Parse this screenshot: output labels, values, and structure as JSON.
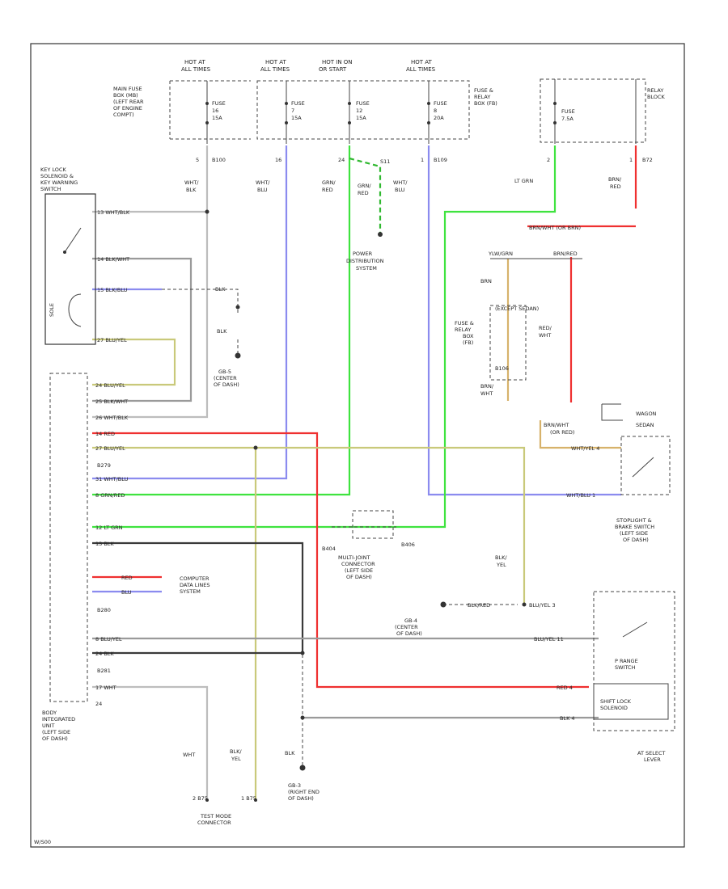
{
  "colors": {
    "wht": "#bdbdbd",
    "blu": "#8b8bef",
    "grn": "#3fe33f",
    "grn_dark": "#2fb82f",
    "red": "#ef3030",
    "yel": "#c9c97a",
    "blk": "#3a3a3a",
    "gray": "#9a9a9a",
    "brn": "#d7b26b",
    "frame": "#333333"
  },
  "top": {
    "hot1": [
      "HOT AT",
      "ALL TIMES"
    ],
    "hot2": [
      "HOT AT",
      "ALL TIMES"
    ],
    "hot3": [
      "HOT IN ON",
      "OR START"
    ],
    "hot4": [
      "HOT AT",
      "ALL TIMES"
    ],
    "main_fuse_box": [
      "MAIN FUSE",
      "BOX (MB)",
      "(LEFT REAR",
      "OF ENGINE",
      "COMPT)"
    ],
    "fuse_relay_box": [
      "FUSE &",
      "RELAY",
      "BOX (FB)"
    ],
    "relay_block": [
      "RELAY",
      "BLOCK"
    ],
    "fuse_a": [
      "FUSE",
      "16",
      "15A"
    ],
    "fuse_b": [
      "FUSE",
      "7",
      "15A"
    ],
    "fuse_c": [
      "FUSE",
      "12",
      "15A"
    ],
    "fuse_d": [
      "FUSE",
      "8",
      "20A"
    ],
    "fuse_e": [
      "FUSE",
      "7.5A"
    ],
    "pin_a": "5",
    "conn_a": "B100",
    "pin_b": "16",
    "pin_c": "24",
    "pin_d": "1",
    "conn_d": "B109",
    "pin_e": "2",
    "pin_f": "1",
    "conn_f": "B72"
  },
  "left": {
    "key_lock": [
      "KEY LOCK",
      "SOLENOID &",
      "KEY WARNING",
      "SWITCH"
    ],
    "solenoid": "SOLE",
    "w1": "13  WHT/BLK",
    "w2": "14  BLK/WHT",
    "w3": "15  BLK/BLU",
    "w4": "27  BLU/YEL",
    "blk_a": "BLK",
    "blk_b": "BLK",
    "g_a": [
      "GB-5",
      "(CENTER",
      "OF DASH)"
    ],
    "b1": "24  BLU/YEL",
    "b2": "25  BLK/WHT",
    "b3": "26  WHT/BLK",
    "b4": "14  RED",
    "b5": "27  BLU/YEL",
    "conn_b279": "B279",
    "b6": "31  WHT/BLU",
    "b7": "8   GRN/RED",
    "b8": "12  LT GRN",
    "b9": "13  BLK",
    "b10": "RED",
    "b11": "BLU",
    "computer": [
      "COMPUTER",
      "DATA LINES",
      "SYSTEM"
    ],
    "conn_b280": "B280",
    "b12": "8   BLU/YEL",
    "b13": "24  BLK",
    "conn_b281": "B281",
    "b14": "17  WHT",
    "b15": "24",
    "body_unit": [
      "BODY",
      "INTEGRATED",
      "UNIT",
      "(LEFT SIDE",
      "OF DASH)"
    ]
  },
  "mid": {
    "wht_blk": [
      "WHT/",
      "BLK"
    ],
    "wht_blu": [
      "WHT/",
      "BLU"
    ],
    "grn_red1": [
      "GRN/",
      "RED"
    ],
    "grn_red2": [
      "GRN/",
      "RED"
    ],
    "wht_blu2": [
      "WHT/",
      "BLU"
    ],
    "pin_s": "S11",
    "power": [
      "POWER",
      "DISTRIBUTION",
      "SYSTEM"
    ],
    "multi": [
      "MULTI-JOINT",
      "CONNECTOR",
      "(LEFT SIDE",
      "OF DASH)"
    ],
    "b404": "B404",
    "b406": "B406",
    "blk_yel": [
      "BLK/",
      "YEL"
    ],
    "g4": [
      "GB-4",
      "(CENTER",
      "OF DASH)"
    ],
    "blk_red": "BLK/RED",
    "wht_t": "WHT",
    "blk_yel2": [
      "BLK/",
      "YEL"
    ],
    "blk_c": "BLK",
    "g3": [
      "GB-3",
      "(RIGHT END",
      "OF DASH)"
    ],
    "test": [
      "TEST MODE",
      "CONNECTOR"
    ],
    "p_t1": "2  B75",
    "p_t2": "1  B75"
  },
  "right": {
    "lt_grn": "LT GRN",
    "brn_red": [
      "BRN/",
      "RED"
    ],
    "brn_wht_top": "BRN/WHT  (OR BRN)",
    "ylw_grn": "YLW/GRN",
    "brn_red2": "BRN/RED",
    "brn": "BRN",
    "fuse_relay_fb": [
      "FUSE &",
      "RELAY",
      "BOX",
      "(FB)"
    ],
    "sedan_small": "(EXCEPT SEDAN)",
    "b106": "B106",
    "brn_wht": [
      "BRN/",
      "WHT"
    ],
    "red_wht": [
      "RED/",
      "WHT"
    ],
    "brn_wht2": [
      "BRN/WHT",
      "(OR RED)"
    ],
    "wagon": [
      "WAGON",
      "SEDAN"
    ],
    "wht_pin": "WHT/YEL  4",
    "wht_blu_pin": "WHT/BLU  1",
    "stoplight": [
      "STOPLIGHT &",
      "BRAKE SWITCH",
      "(LEFT SIDE",
      "OF DASH)"
    ],
    "blu_yel_r": "BLU/YEL  3",
    "blu_yel_r2": "BLU/YEL  11",
    "prange": [
      "P RANGE",
      "SWITCH"
    ],
    "red_r": "RED  4",
    "shift": [
      "SHIFT LOCK",
      "SOLENOID"
    ],
    "blk_r": "BLK  4",
    "at_select": [
      "AT SELECT",
      "LEVER"
    ]
  },
  "footer": "W/S00"
}
